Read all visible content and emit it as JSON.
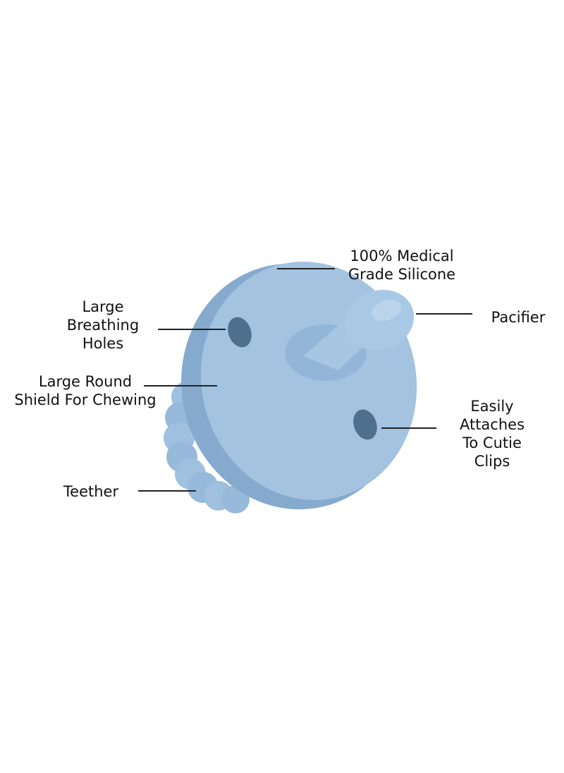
{
  "colors": {
    "background": "#ffffff",
    "silicone": "#9fc0df",
    "silicone_shade": "#86aacd",
    "silicone_light": "#b9d3ea",
    "hole": "#4f6f8f",
    "text": "#111111",
    "leader_line": "#222222"
  },
  "callouts": {
    "medical_silicone": [
      "100% Medical",
      "Grade Silicone"
    ],
    "pacifier": [
      "Pacifier"
    ],
    "breathing_holes": [
      "Large",
      "Breathing",
      "Holes"
    ],
    "round_shield": [
      "Large Round",
      "Shield For Chewing"
    ],
    "cutie_clips": [
      "Easily",
      "Attaches",
      "To Cutie",
      "Clips"
    ],
    "teether": [
      "Teether"
    ]
  }
}
